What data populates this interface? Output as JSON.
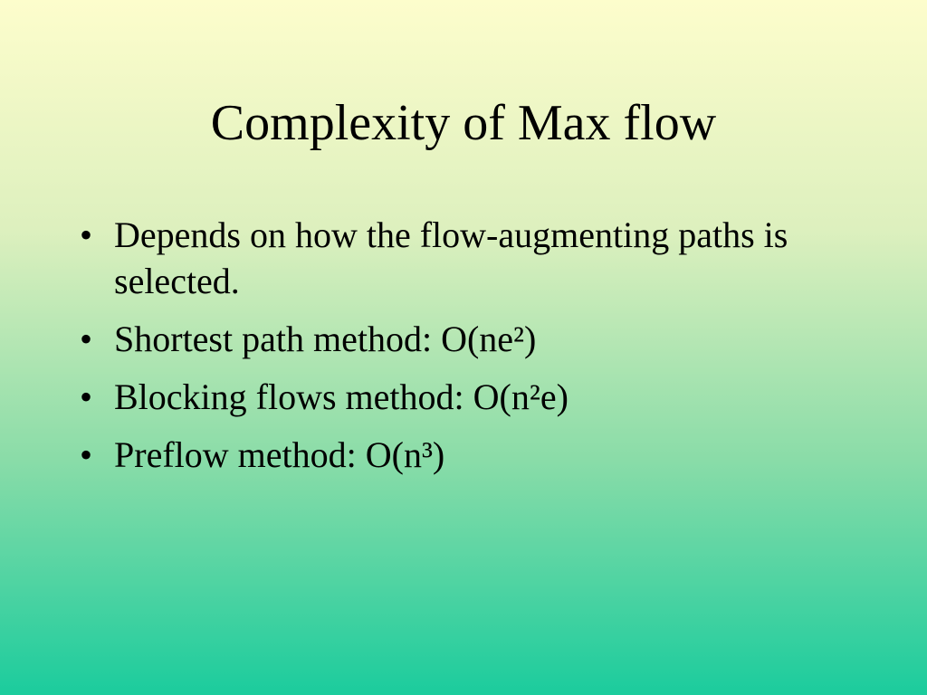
{
  "slide": {
    "title": "Complexity of Max flow",
    "bullet_glyph": "•",
    "bullets": [
      {
        "text": "Depends on how the flow-augmenting paths is selected."
      },
      {
        "text": "Shortest path method: O(ne²)"
      },
      {
        "text": "Blocking flows method: O(n²e)"
      },
      {
        "text": "Preflow method: O(n³)"
      }
    ]
  }
}
